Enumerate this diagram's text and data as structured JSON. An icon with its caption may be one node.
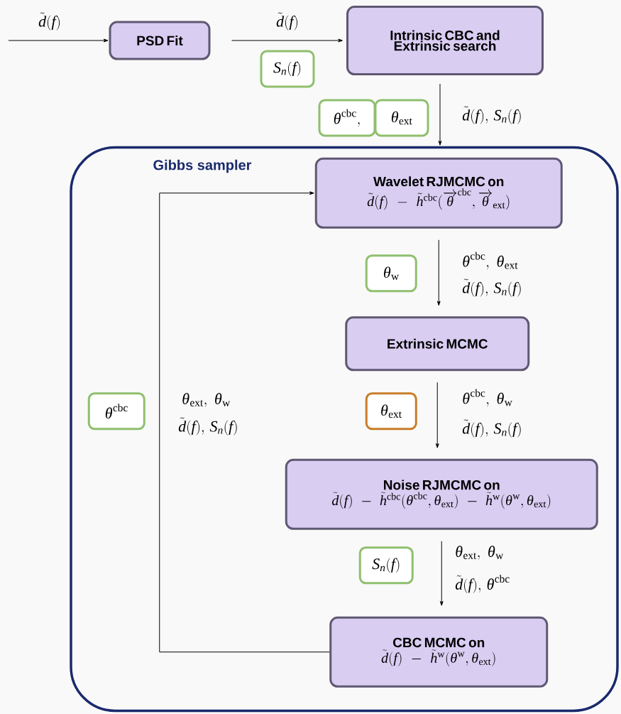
{
  "diagram": {
    "nodes": [
      {
        "text": [
          "PSD Fit"
        ]
      },
      {
        "text": [
          "Intrinsic CBC and Extrinsic search"
        ]
      },
      {
        "text": [
          "Gibbs sampler"
        ]
      },
      {
        "text": [
          "Wavelet RJMCMC on",
          "\\tilde{d}(f)-\\tilde{h}^{\\mathrm{cbc}}(\\overrightarrow{\\theta}^{\\mathrm{cbc}},\\overrightarrow{\\theta}_{\\mathrm{ext}})"
        ],
        "in": 2
      },
      {
        "text": [
          "Extrinsic MCMC"
        ],
        "in": 2
      },
      {
        "text": [
          "Noise RJMCMC on",
          "\\tilde{d}(f)-\\tilde{h}^{\\mathrm{cbc}}(\\theta^{\\mathrm{cbc}},\\theta_{\\mathrm{ext}})-\\tilde{h}^{\\mathrm{w}}(\\theta^{\\mathrm{w}},\\theta_{\\mathrm{ext}})"
        ],
        "in": 2
      },
      {
        "text": [
          "CBC MCMC on",
          "\\tilde{d}(f)-\\tilde{h}^{\\mathrm{w}}(\\theta^{\\mathrm{w}},\\theta_{\\mathrm{ext}})"
        ],
        "in": 2
      },
      {
        "text": [
          "S_n(f)"
        ]
      },
      {
        "text": [
          "\\theta^{\\mathrm{cbc}},"
        ]
      },
      {
        "text": [
          "\\theta_{\\mathrm{ext}}"
        ]
      },
      {
        "text": [
          "\\theta_{\\mathrm{w}}"
        ],
        "in": 2
      },
      {
        "text": [
          "\\theta_{\\mathrm{ext}}"
        ],
        "in": 2
      },
      {
        "text": [
          "S_n(f)"
        ],
        "in": 2
      },
      {
        "text": [
          "\\theta^{\\mathrm{cbc}}"
        ],
        "in": 2
      }
    ],
    "edges": [
      {
        "from": null,
        "to": 0,
        "arrow": "to",
        "label": "\\tilde{d}(f)"
      },
      {
        "from": 0,
        "to": 1,
        "arrow": "to",
        "label": "\\tilde{d}(f)"
      },
      {
        "from": 1,
        "to": 2,
        "arrow": "to",
        "label": "\\tilde{d}(f),\\, S_n(f)"
      },
      {
        "from": 3,
        "to": 4,
        "arrow": "to",
        "label": "\\theta^{\\mathrm{cbc}},\\ \\theta_{\\mathrm{ext}}"
      },
      {
        "from": 4,
        "to": 5,
        "arrow": "to",
        "label": "\\theta^{\\mathrm{cbc}},\\ \\theta_{\\mathrm{w}}"
      },
      {
        "from": 5,
        "to": 6,
        "arrow": "to",
        "label": "\\theta_{\\mathrm{ext}},\\ \\theta_{\\mathrm{w}}"
      },
      {
        "from": 6,
        "to": 3,
        "arrow": "to",
        "label": "\\theta_{\\mathrm{ext}},\\ \\theta_{\\mathrm{w}}"
      }
    ],
    "labels": [
      "\\tilde{d}(f),\\, S_n(f)",
      "\\tilde{d}(f),\\, S_n(f)",
      "\\tilde{d}(f),\\, \\theta^{\\mathrm{cbc}}",
      "\\tilde{d}(f),\\, S_n(f)"
    ]
  }
}
